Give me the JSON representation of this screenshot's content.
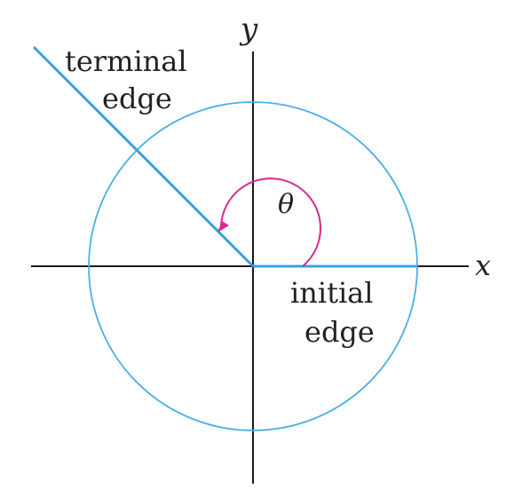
{
  "labels": {
    "y_axis": "y",
    "x_axis": "x",
    "theta": "θ",
    "terminal_line1": "terminal",
    "terminal_line2": "edge",
    "initial_line1": "initial",
    "initial_line2": "edge"
  },
  "colors": {
    "axis": "#1a1a1a",
    "circle": "#4ab0e6",
    "edge": "#3a9fe0",
    "angle_arc": "#d62a92",
    "text": "#222222"
  }
}
